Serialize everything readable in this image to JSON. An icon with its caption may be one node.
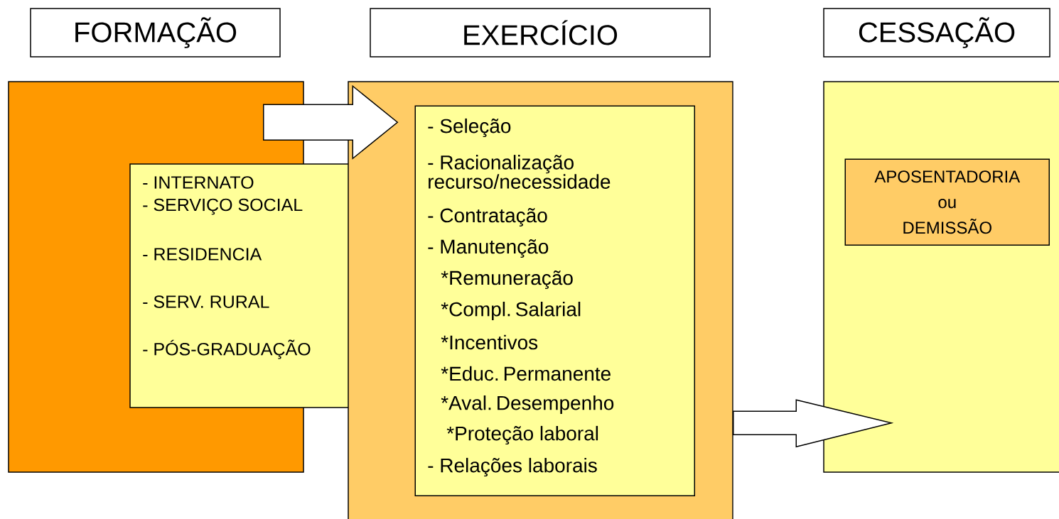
{
  "diagram": {
    "nodes": [
      {
        "text": [
          "FORMAÇÃO"
        ]
      },
      {
        "text": [
          "EXERCÍCIO"
        ]
      },
      {
        "text": [
          "CESSAÇÃO"
        ]
      },
      {
        "text": [],
        "shape": "box"
      },
      {
        "text": [
          "- INTERNATO",
          "- SERVIÇO SOCIAL",
          "- RESIDENCIA",
          "- SERV. RURAL",
          "- PÓS-GRADUAÇÃO"
        ]
      },
      {
        "text": [],
        "shape": "box"
      },
      {
        "text": [
          "- Seleção",
          "- Racionalização recurso/necessidade",
          "- Contratação",
          "- Manutenção",
          "*Remuneração",
          "*Compl. Salarial",
          "*Incentivos",
          "*Educ. Permanente",
          "*Aval. Desempenho",
          "*Proteção laboral",
          "- Relações laborais"
        ],
        "in": 5
      },
      {
        "text": [],
        "shape": "box"
      },
      {
        "text": [
          "APOSENTADORIA",
          "ou",
          "DEMISSÃO"
        ],
        "in": 7
      }
    ],
    "edges": [
      {
        "from": 3,
        "to": 5,
        "arrow": "to"
      },
      {
        "from": 5,
        "to": 7,
        "arrow": "to"
      }
    ]
  }
}
